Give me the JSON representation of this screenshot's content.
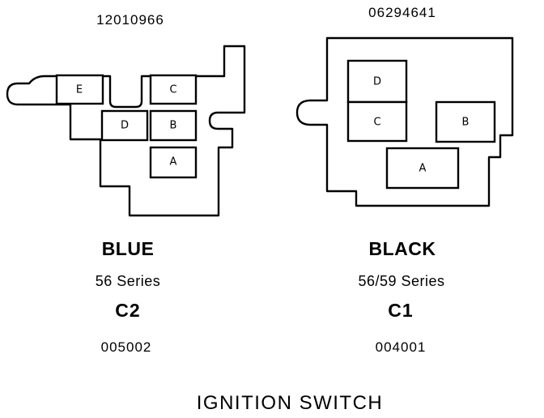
{
  "title": "IGNITION SWITCH",
  "connectors": [
    {
      "part_number": "12010966",
      "color": "BLUE",
      "series": "56 Series",
      "connector_id": "C2",
      "code": "005002",
      "cavities": [
        "E",
        "C",
        "D",
        "B",
        "A"
      ]
    },
    {
      "part_number": "06294641",
      "color": "BLACK",
      "series": "56/59 Series",
      "connector_id": "C1",
      "code": "004001",
      "cavities": [
        "D",
        "C",
        "B",
        "A"
      ]
    }
  ]
}
